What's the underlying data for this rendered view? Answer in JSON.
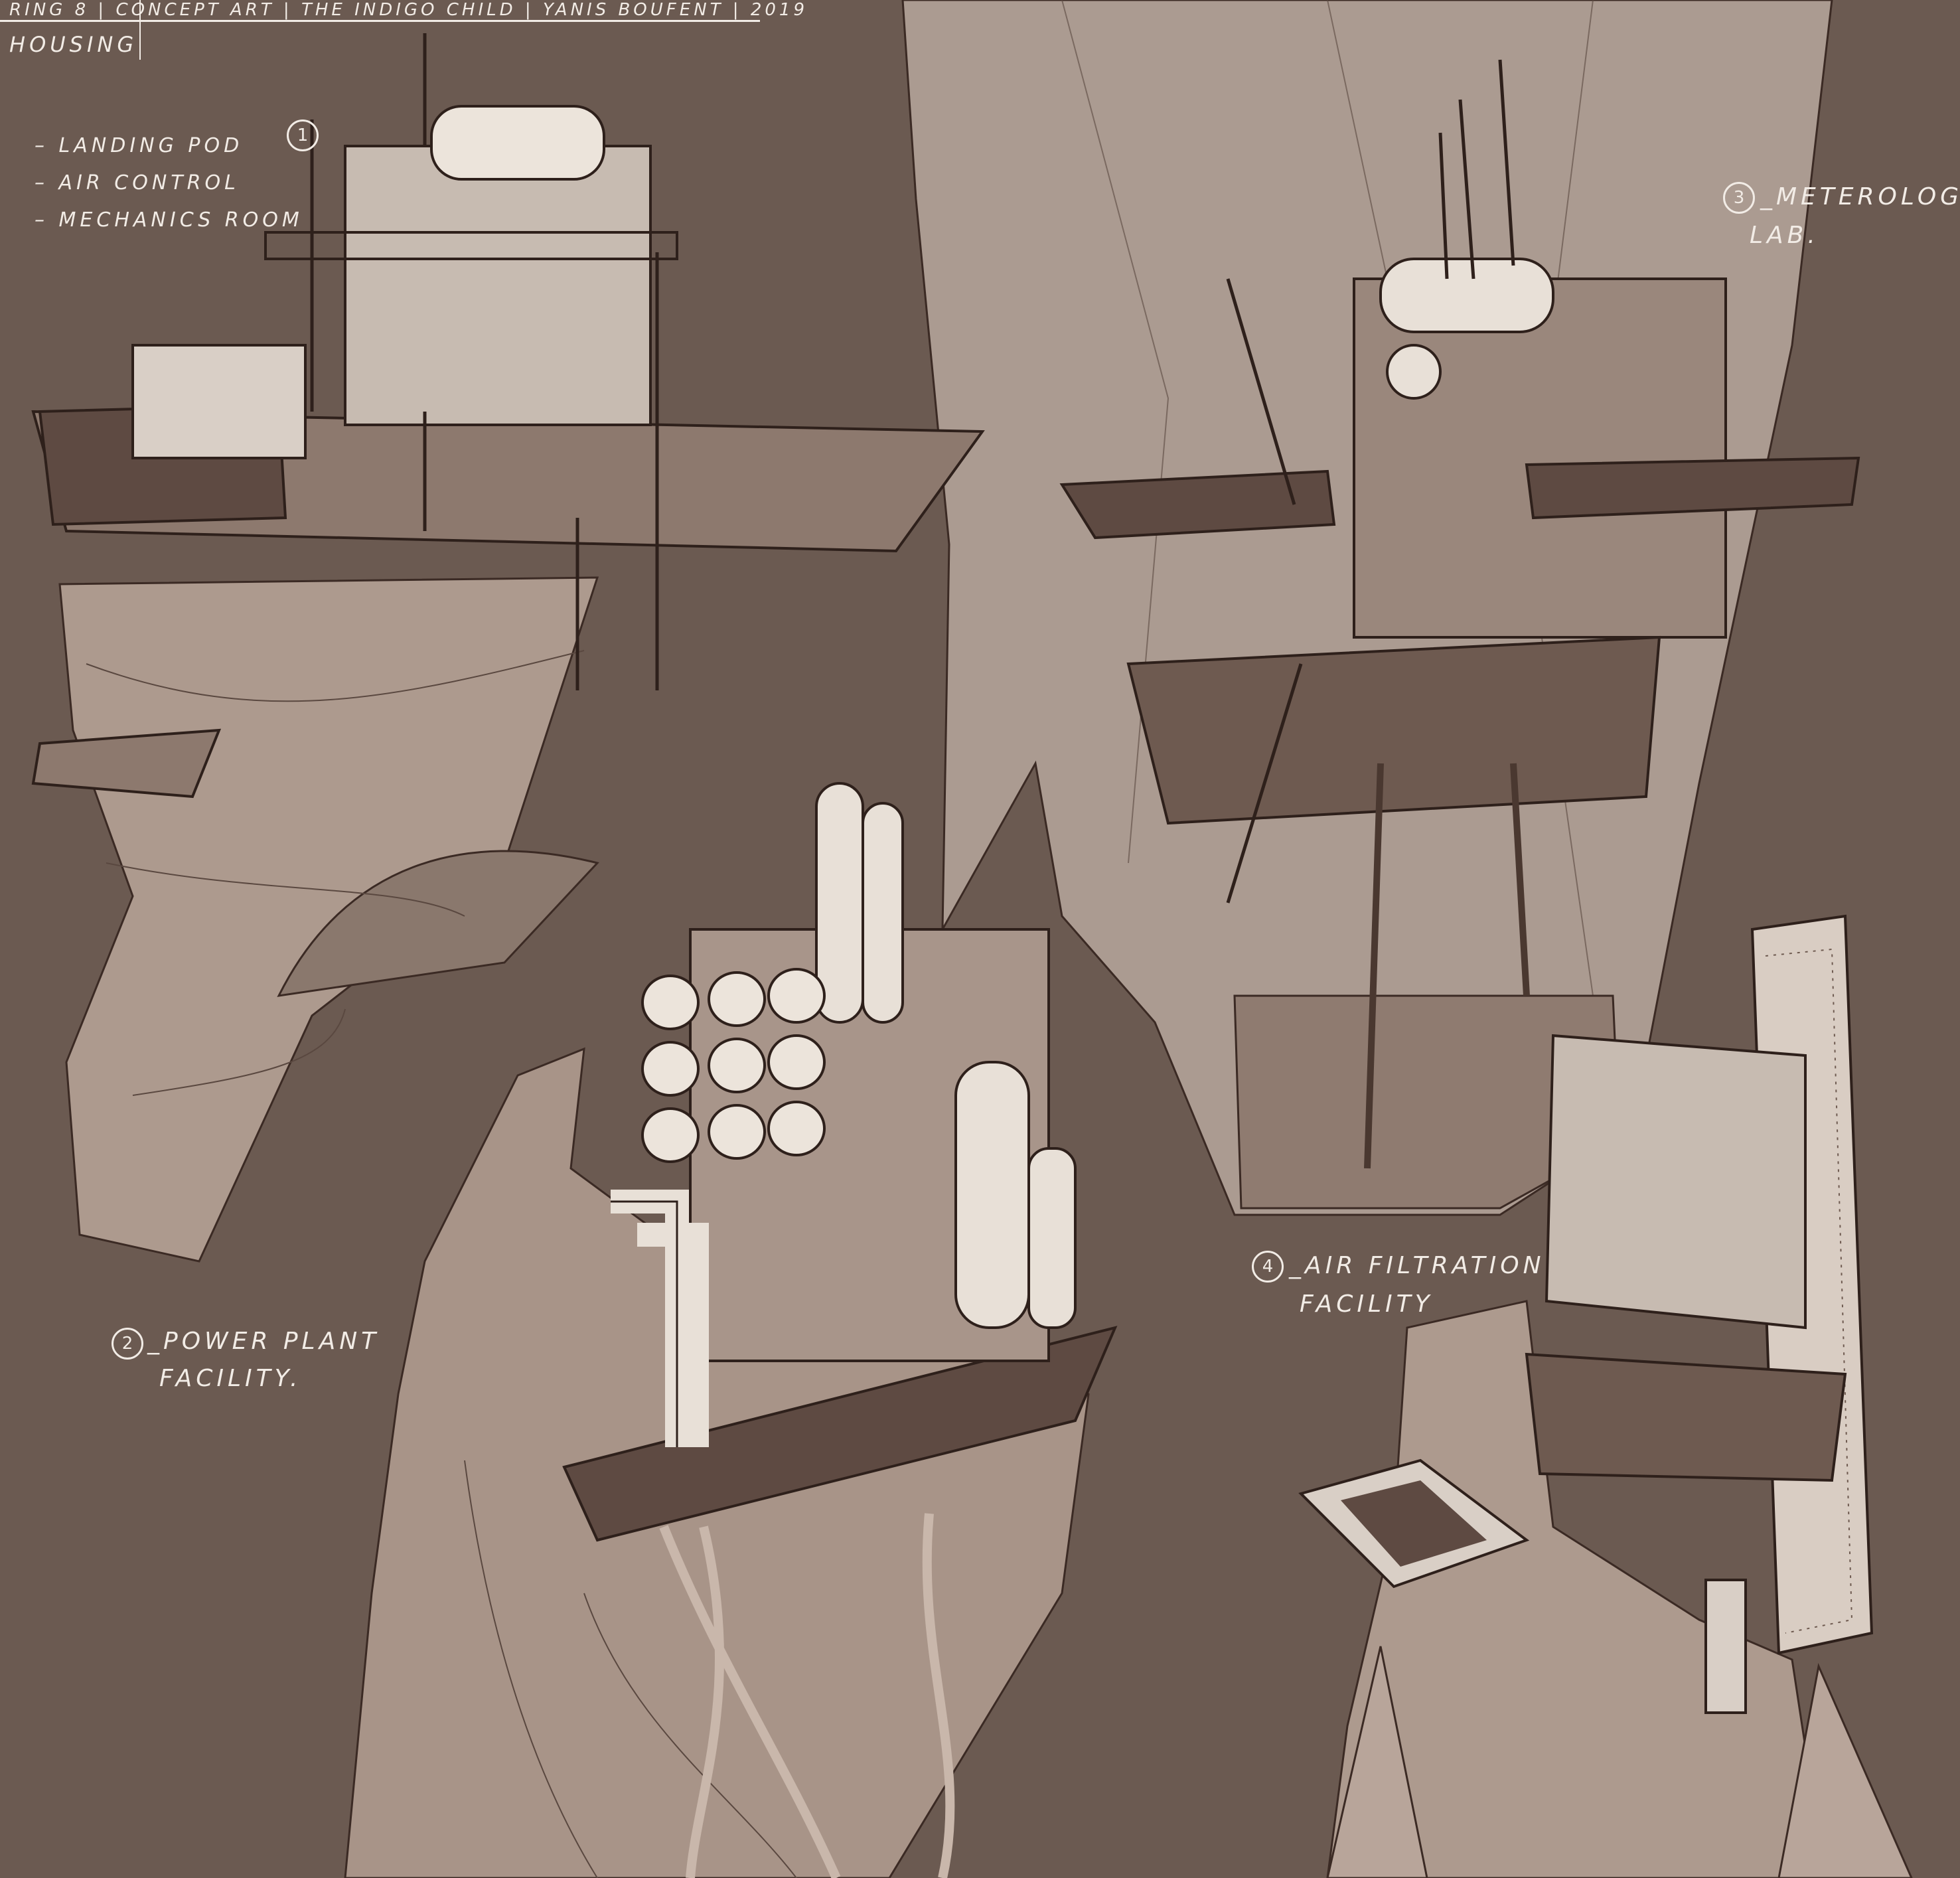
{
  "header": {
    "segments": [
      "RING 8",
      "CONCEPT ART",
      "THE INDIGO CHILD",
      "YANIS BOUFENT",
      "2019"
    ],
    "section": "HOUSING"
  },
  "sketch_1": {
    "number": "1",
    "notes": [
      "– LANDING POD",
      "– AIR CONTROL",
      "– MECHANICS ROOM"
    ]
  },
  "sketch_2": {
    "number": "2",
    "title": "_POWER PLANT",
    "subtitle": "FACILITY."
  },
  "sketch_3": {
    "number": "3",
    "title": "_METEROLOGICAL",
    "subtitle": "LAB."
  },
  "sketch_4": {
    "number": "4",
    "title": "_AIR FILTRATION",
    "subtitle": "FACILITY"
  },
  "colors": {
    "background": "#6b5a51",
    "rock": "#a8968a",
    "ink": "#3b2a24",
    "text": "#f2ece6"
  }
}
